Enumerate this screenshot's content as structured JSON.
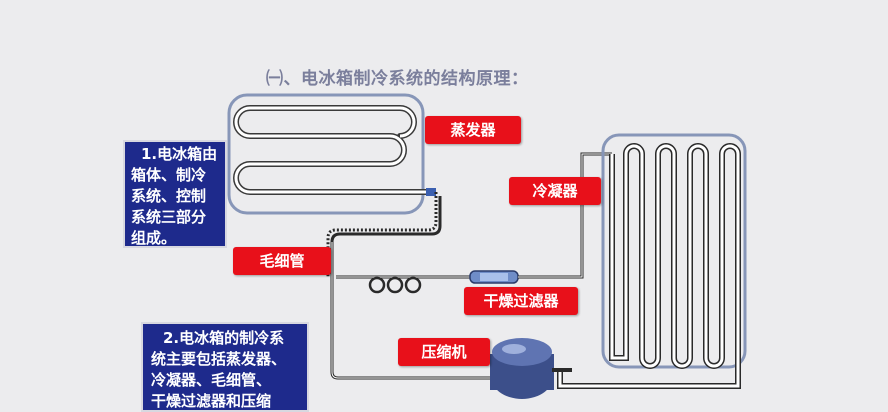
{
  "title": "㈠、电冰箱制冷系统的结构原理：",
  "notes": {
    "box1": [
      "1.电冰箱由",
      "箱体、制冷",
      "系统、控制",
      "系统三部分",
      "组成。"
    ],
    "box2": [
      "2.电冰箱的制冷系",
      "统主要包括蒸发器、",
      "冷凝器、毛细管、",
      "干燥过滤器和压缩"
    ]
  },
  "labels": {
    "evaporator": "蒸发器",
    "condenser": "冷凝器",
    "capillary": "毛细管",
    "filter": "干燥过滤器",
    "compressor": "压缩机"
  },
  "colors": {
    "label_bg": "#e8101a",
    "note_bg": "#1e2a8c",
    "frame": "#8796b8",
    "pipe": "#2a2a2a"
  }
}
